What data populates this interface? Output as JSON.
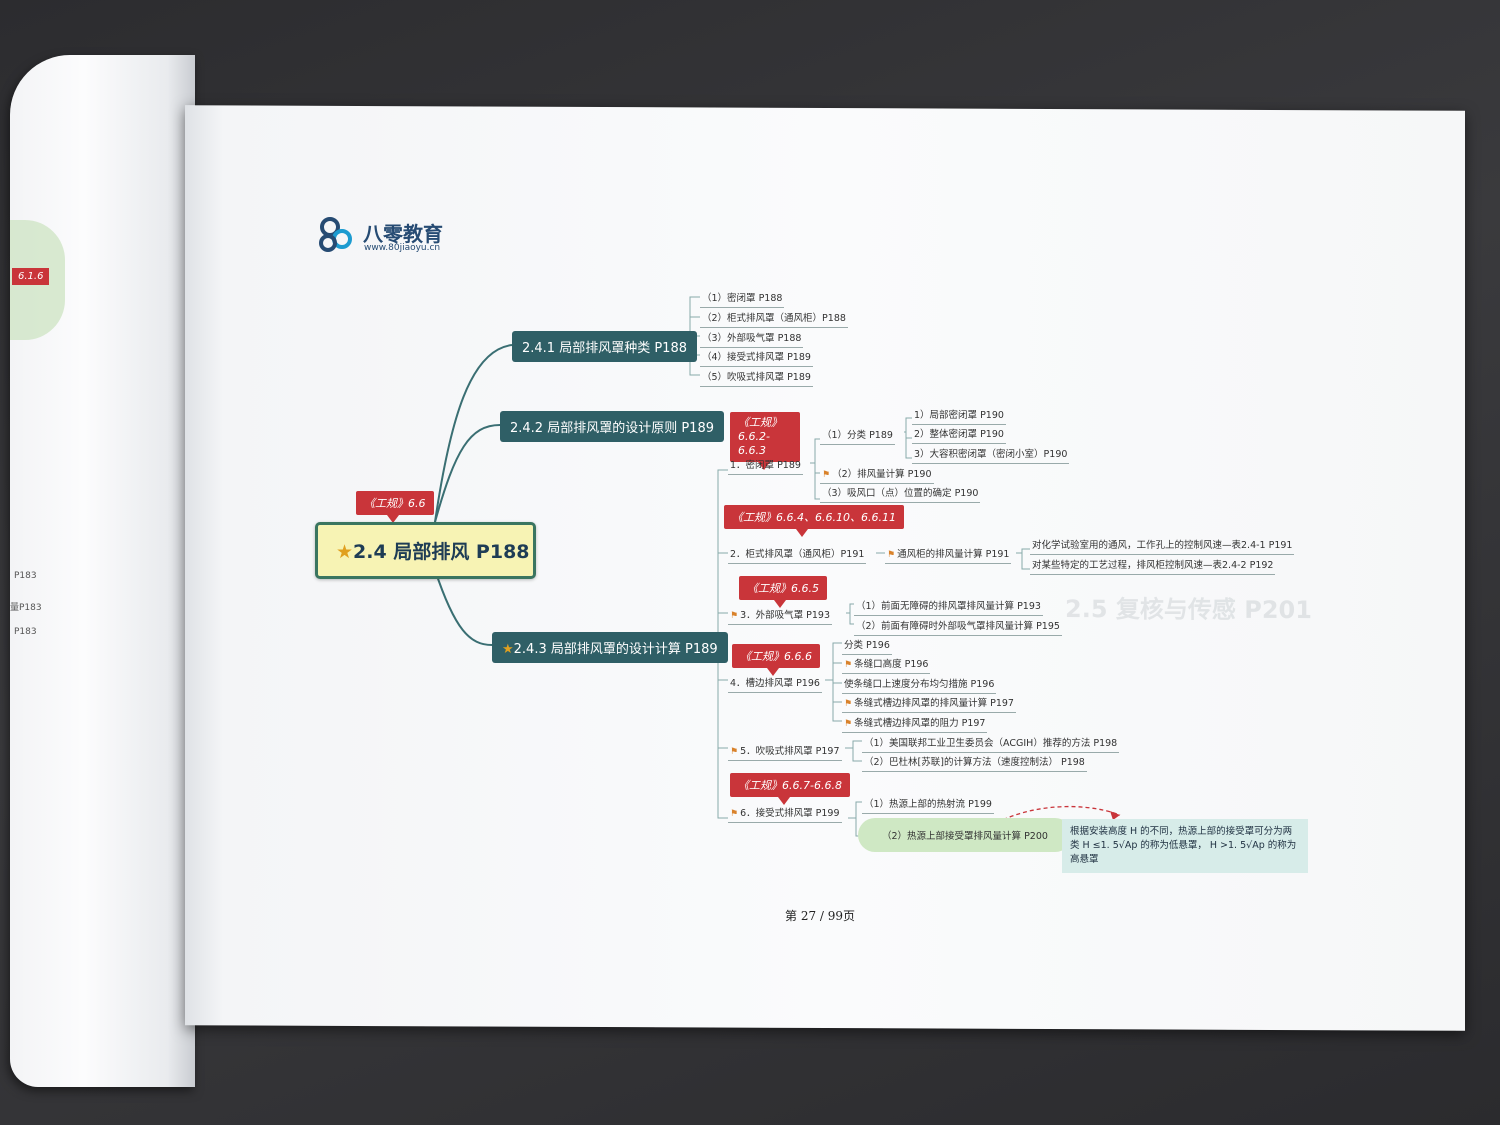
{
  "brand": {
    "name": "八零教育",
    "url": "www.80jiaoyu.cn"
  },
  "center": {
    "label": "2.4 局部排风 P188",
    "tag": "《工规》6.6"
  },
  "branches": [
    {
      "label": "2.4.1 局部排风罩种类 P188"
    },
    {
      "label": "2.4.2 局部排风罩的设计原则 P189"
    },
    {
      "label": "2.4.3 局部排风罩的设计计算 P189"
    }
  ],
  "types": [
    "（1）密闭罩 P188",
    "（2）柜式排风罩（通风柜）P188",
    "（3）外部吸气罩 P188",
    "（4）接受式排风罩 P189",
    "（5）吹吸式排风罩 P189"
  ],
  "calc": {
    "tags": [
      "《工规》6.6.2-6.6.3",
      "《工规》6.6.4、6.6.10、6.6.11",
      "《工规》6.6.5",
      "《工规》6.6.6",
      "《工规》6.6.7-6.6.8"
    ],
    "items": [
      "1．密闭罩 P189",
      "2．柜式排风罩（通风柜）P191",
      "3．外部吸气罩 P193",
      "4．槽边排风罩 P196",
      "5．吹吸式排风罩 P197",
      "6．接受式排风罩 P199"
    ],
    "closed": [
      "（1）分类 P189",
      "（2）排风量计算 P190",
      "（3）吸风口（点）位置的确定 P190"
    ],
    "closed_types": [
      "1）局部密闭罩 P190",
      "2）整体密闭罩 P190",
      "3）大容积密闭罩（密闭小室）P190"
    ],
    "cabinet": "通风柜的排风量计算 P191",
    "cabinet_sub": [
      "对化学试验室用的通风，工作孔上的控制风速—表2.4-1 P191",
      "对某些特定的工艺过程，排风柜控制风速—表2.4-2 P192"
    ],
    "external": [
      "（1）前面无障碍的排风罩排风量计算 P193",
      "（2）前面有障碍时外部吸气罩排风量计算 P195"
    ],
    "trough": [
      "分类 P196",
      "条缝口高度 P196",
      "使条缝口上速度分布均匀措施 P196",
      "条缝式槽边排风罩的排风量计算 P197",
      "条缝式槽边排风罩的阻力 P197"
    ],
    "blowsuck": [
      "（1）美国联邦工业卫生委员会（ACGIH）推荐的方法 P198",
      "（2）巴杜林[苏联]的计算方法（速度控制法） P198"
    ],
    "receiving": [
      "（1）热源上部的热射流 P199",
      "（2）热源上部接受罩排风量计算 P200"
    ],
    "note": "根据安装高度 H 的不同，热源上部的接受罩可分为两类 H ≤1. 5√Ap 的称为低悬罩， H >1. 5√Ap 的称为高悬罩"
  },
  "page_number": "第 27 / 99页",
  "left_page": {
    "tag": "6.1.6",
    "fragments": [
      "P183",
      "量P183",
      "P183"
    ]
  },
  "ghost_text": "2.5 复核与传感 P201"
}
